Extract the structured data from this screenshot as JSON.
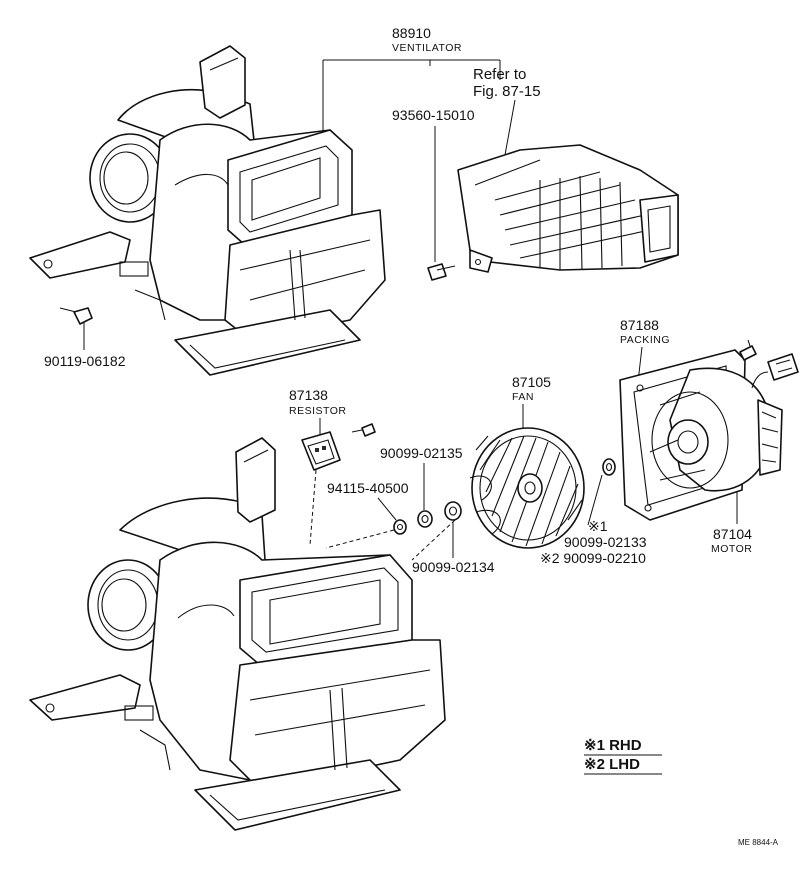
{
  "labels": {
    "ventilator": {
      "number": "88910",
      "name": "VENTILATOR"
    },
    "refer": {
      "line1": "Refer to",
      "line2": "Fig. 87-15"
    },
    "screw_top": "93560-15010",
    "bolt_left": "90119-06182",
    "resistor": {
      "number": "87138",
      "name": "RESISTOR"
    },
    "screw_resistor": "94115-40500",
    "washer_a": "90099-02135",
    "washer_b": "90099-02134",
    "fan": {
      "number": "87105",
      "name": "FAN"
    },
    "packing": {
      "number": "87188",
      "name": "PACKING"
    },
    "motor": {
      "number": "87104",
      "name": "MOTOR"
    },
    "washer_rhd_mark": "※1",
    "washer_rhd": "90099-02133",
    "washer_lhd": "※2 90099-02210"
  },
  "legend": {
    "rhd": "※1 RHD",
    "lhd": "※2 LHD"
  },
  "figure_code": "ME 8844-A"
}
